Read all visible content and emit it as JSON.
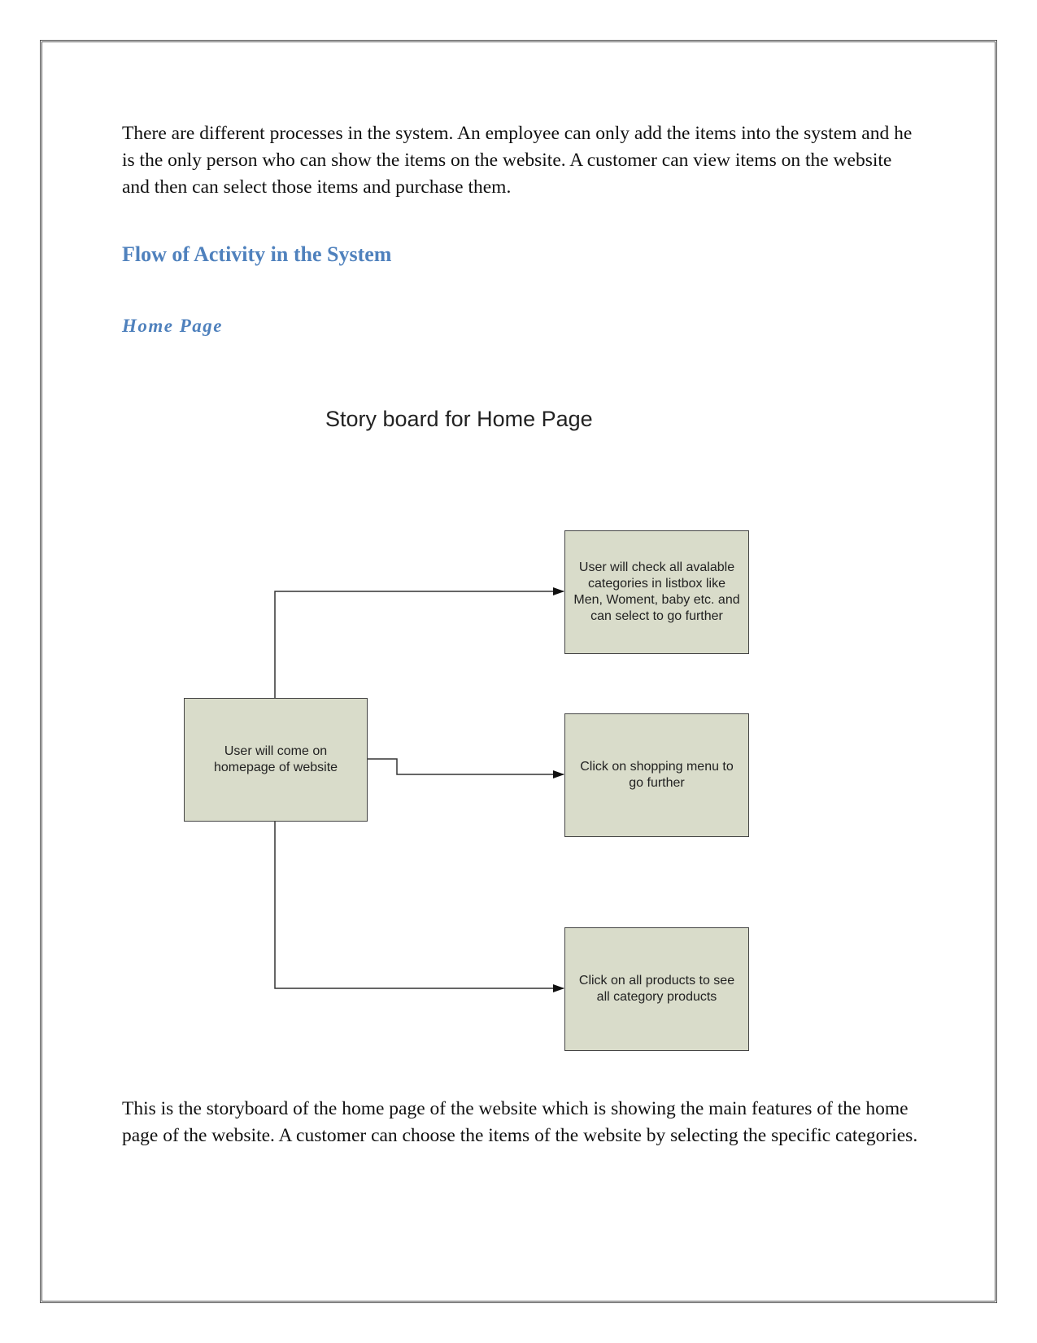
{
  "paragraph_intro": "There are different processes in the system. An employee can only add the items into the system and he is the only person who can show the items on the website. A customer can view items on the website and then can select those items and purchase them.",
  "heading_flow": "Flow of Activity in the System",
  "heading_home": "Home Page",
  "diagram": {
    "title": "Story board for Home Page",
    "nodes": {
      "start": "User will come on homepage of website",
      "categories": "User will check all avalable categories in listbox like Men, Woment, baby etc. and can select to go further",
      "shopping_menu": "Click on shopping menu to go further",
      "all_products": "Click on all products to see all category products"
    },
    "edges": [
      {
        "from": "start",
        "to": "categories"
      },
      {
        "from": "start",
        "to": "shopping_menu"
      },
      {
        "from": "start",
        "to": "all_products"
      }
    ]
  },
  "paragraph_closing": "This is the storyboard of the home page of the website which is showing the main features of the home page of the website. A customer can choose the items of the website by selecting the specific categories."
}
